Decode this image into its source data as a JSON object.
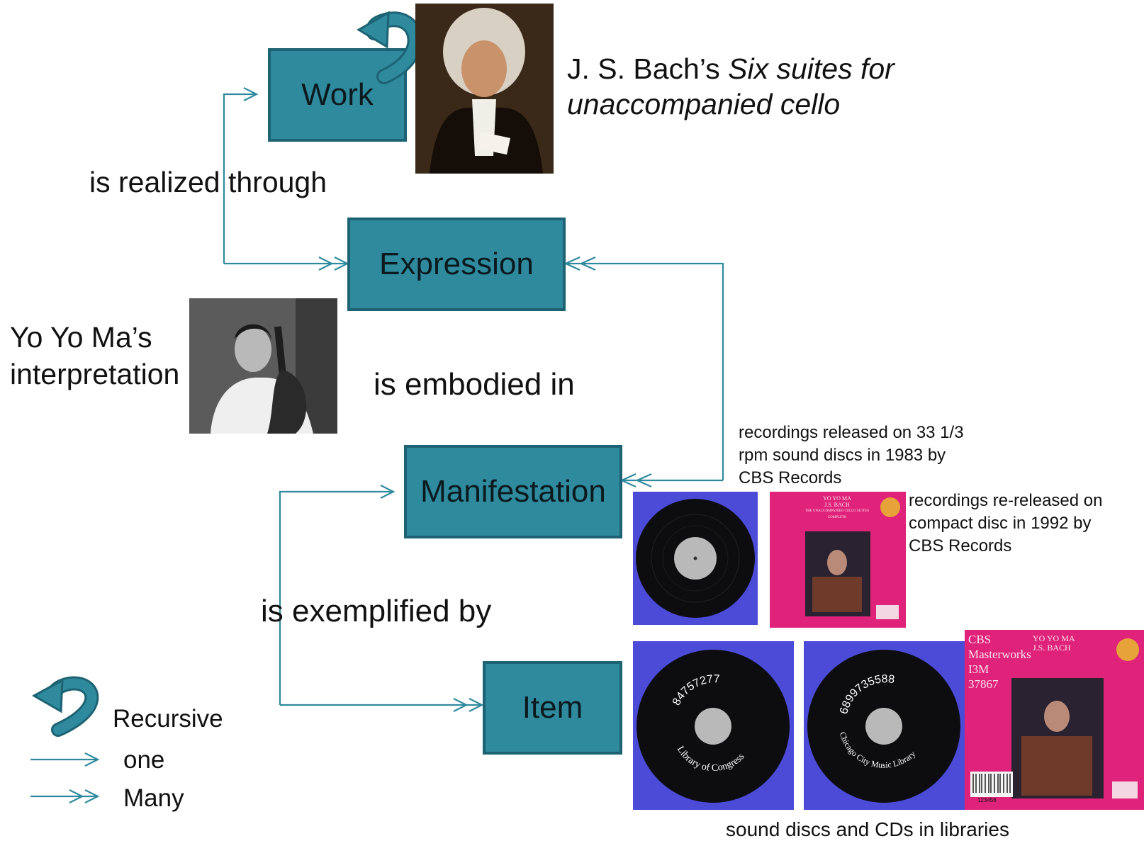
{
  "entities": {
    "work": "Work",
    "expression": "Expression",
    "manifestation": "Manifestation",
    "item": "Item"
  },
  "relations": {
    "realized": "is realized through",
    "embodied": "is embodied in",
    "exemplified": "is exemplified by"
  },
  "annotations": {
    "bach_prefix": "J. S. Bach’s ",
    "bach_italic_1": "Six suites for",
    "bach_italic_2": "unaccompanied cello",
    "yoyoma_1": "Yo Yo Ma’s",
    "yoyoma_2": "interpretation",
    "lp_1": "recordings released on 33 1/3",
    "lp_2": "rpm sound discs in 1983 by",
    "lp_3": "CBS Records",
    "cd_1": "recordings re-released on",
    "cd_2": "compact disc in 1992 by",
    "cd_3": "CBS Records",
    "items_caption": "sound discs and CDs in libraries"
  },
  "images": {
    "cd_cover_top": [
      "YO YO MA",
      "J.S. BACH",
      "THE UNACCOMPANIED CELLO SUITES",
      "COMPLETE"
    ],
    "disc_loc_number": "84757277",
    "disc_loc_library": "Library of Congress",
    "disc_ccml_number": "6899735588",
    "disc_ccml_library": "Chicago City Music Library",
    "cd_item_label": [
      "CBS",
      "Masterworks",
      "I3M",
      "37867"
    ],
    "cd_item_artist": [
      "YO YO MA",
      "J.S. BACH"
    ],
    "barcode_number": "123456"
  },
  "legend": {
    "recursive": "Recursive",
    "one": "one",
    "many": "Many"
  },
  "colors": {
    "box_fill": "#2f8a9e",
    "box_border": "#1d6373",
    "arrow": "#2f8a9e",
    "disc_background": "#4b4bd8",
    "cd_pink": "#e0237a"
  }
}
